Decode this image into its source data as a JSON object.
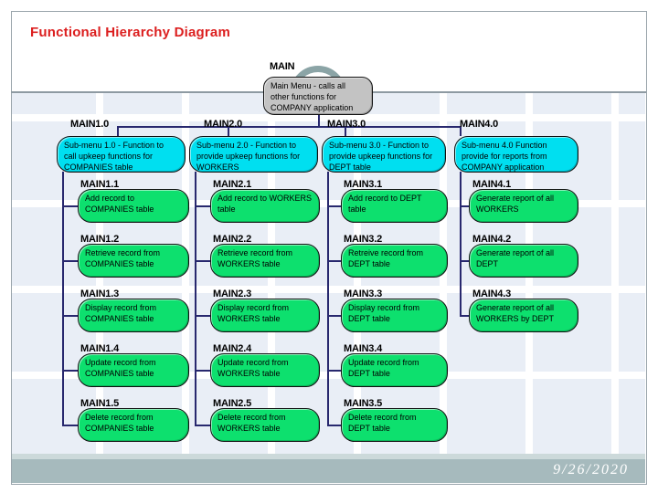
{
  "slide": {
    "title": "Functional Hierarchy Diagram",
    "date": "9/26/2020",
    "colors": {
      "title_red": "#dc1f1f",
      "connector_navy": "#28286e",
      "root_gray": "#c3c3c3",
      "submenu_cyan": "#00dff0",
      "leaf_green": "#0de06e",
      "footer_teal": "#a6babd"
    }
  },
  "root": {
    "label": "MAIN",
    "text": "Main Menu - calls all other functions for COMPANY application"
  },
  "columns": [
    {
      "header": {
        "label": "MAIN1.0",
        "text": "Sub-menu 1.0 - Function to call upkeep functions for COMPANIES table"
      },
      "items": [
        {
          "label": "MAIN1.1",
          "text": "Add record to COMPANIES table"
        },
        {
          "label": "MAIN1.2",
          "text": "Retrieve record from COMPANIES table"
        },
        {
          "label": "MAIN1.3",
          "text": "Display record from COMPANIES table"
        },
        {
          "label": "MAIN1.4",
          "text": "Update record from COMPANIES table"
        },
        {
          "label": "MAIN1.5",
          "text": "Delete record from COMPANIES table"
        }
      ]
    },
    {
      "header": {
        "label": "MAIN2.0",
        "text": "Sub-menu 2.0 - Function to provide upkeep functions for WORKERS"
      },
      "items": [
        {
          "label": "MAIN2.1",
          "text": "Add record to WORKERS table"
        },
        {
          "label": "MAIN2.2",
          "text": "Retrieve record from WORKERS table"
        },
        {
          "label": "MAIN2.3",
          "text": "Display record from WORKERS table"
        },
        {
          "label": "MAIN2.4",
          "text": "Update record from WORKERS table"
        },
        {
          "label": "MAIN2.5",
          "text": "Delete record from WORKERS table"
        }
      ]
    },
    {
      "header": {
        "label": "MAIN3.0",
        "text": "Sub-menu 3.0 - Function to provide upkeep functions for DEPT table"
      },
      "items": [
        {
          "label": "MAIN3.1",
          "text": "Add record to DEPT table"
        },
        {
          "label": "MAIN3.2",
          "text": "Retreive record from DEPT table"
        },
        {
          "label": "MAIN3.3",
          "text": "Display record from DEPT table"
        },
        {
          "label": "MAIN3.4",
          "text": "Update record from DEPT table"
        },
        {
          "label": "MAIN3.5",
          "text": "Delete record from DEPT table"
        }
      ]
    },
    {
      "header": {
        "label": "MAIN4.0",
        "text": "Sub-menu 4.0 Function provide for reports from COMPANY application"
      },
      "items": [
        {
          "label": "MAIN4.1",
          "text": "Generate report of all WORKERS"
        },
        {
          "label": "MAIN4.2",
          "text": "Generate report of all DEPT"
        },
        {
          "label": "MAIN4.3",
          "text": "Generate report of all WORKERS by DEPT"
        }
      ]
    }
  ]
}
